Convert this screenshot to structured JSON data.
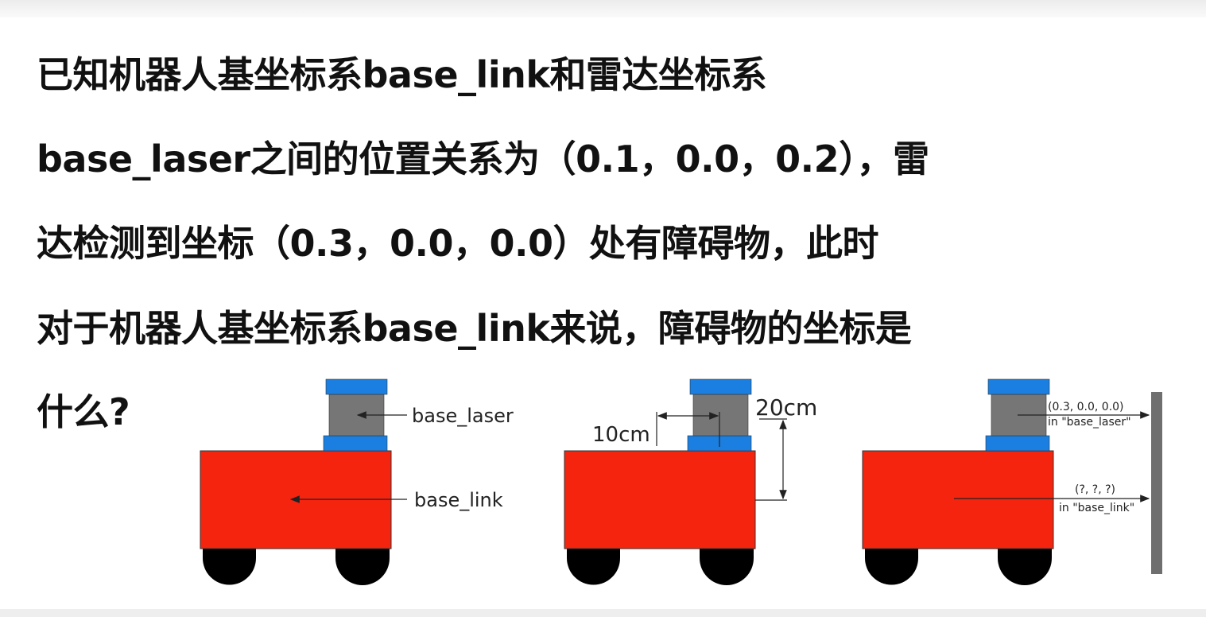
{
  "question": {
    "lines": [
      "已知机器人基坐标系base_link和雷达坐标系",
      "base_laser之间的位置关系为（0.1，0.0，0.2），雷",
      "达检测到坐标（0.3，0.0，0.0）处有障碍物，此时",
      "对于机器人基坐标系base_link来说，障碍物的坐标是",
      "什么?"
    ]
  },
  "diagram1": {
    "laser_label": "base_laser",
    "link_label": "base_link"
  },
  "diagram2": {
    "horizontal_offset": "10cm",
    "vertical_offset": "20cm"
  },
  "diagram3": {
    "laser_coord": "(0.3, 0.0, 0.0)",
    "laser_frame": "in \"base_laser\"",
    "link_coord": "(?, ?, ?)",
    "link_frame": "in \"base_link\""
  },
  "colors": {
    "body": "#f5240f",
    "sensor_cap": "#1a7fe0",
    "sensor": "#767676",
    "wheel": "#000000",
    "wall": "#6f6f6f"
  }
}
